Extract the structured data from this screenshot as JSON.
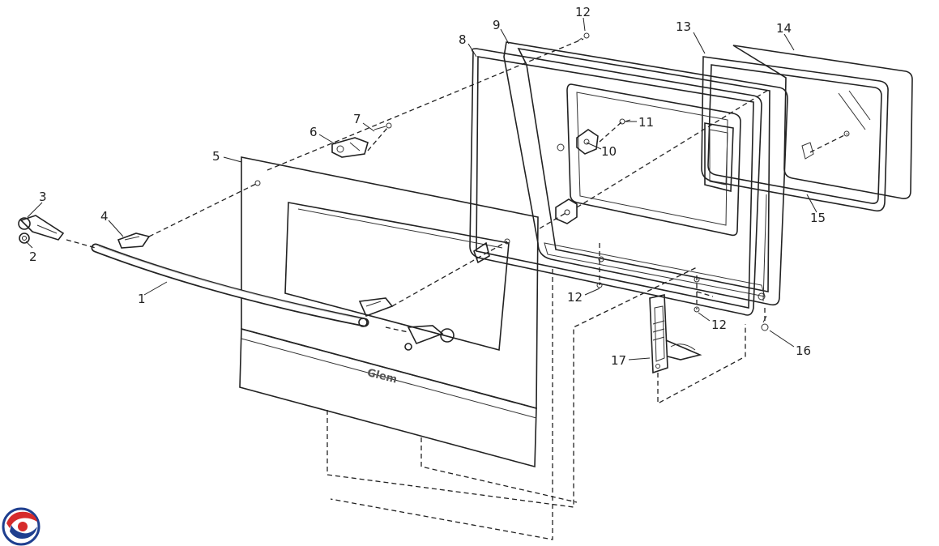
{
  "diagram": {
    "parts": [
      {
        "id": "1",
        "label": "1"
      },
      {
        "id": "2",
        "label": "2"
      },
      {
        "id": "3",
        "label": "3"
      },
      {
        "id": "4",
        "label": "4"
      },
      {
        "id": "5",
        "label": "5"
      },
      {
        "id": "6",
        "label": "6"
      },
      {
        "id": "7",
        "label": "7"
      },
      {
        "id": "8",
        "label": "8"
      },
      {
        "id": "9",
        "label": "9"
      },
      {
        "id": "10",
        "label": "10"
      },
      {
        "id": "11",
        "label": "11"
      },
      {
        "id": "12",
        "label": "12"
      },
      {
        "id": "13",
        "label": "13"
      },
      {
        "id": "14",
        "label": "14"
      },
      {
        "id": "15",
        "label": "15"
      },
      {
        "id": "16",
        "label": "16"
      },
      {
        "id": "17",
        "label": "17"
      }
    ],
    "brand_mark": "Glem",
    "colors": {
      "logo_red": "#d62b2b",
      "logo_blue": "#1f3f8f",
      "door_shade": "#c9c9c9",
      "line": "#222222"
    }
  }
}
